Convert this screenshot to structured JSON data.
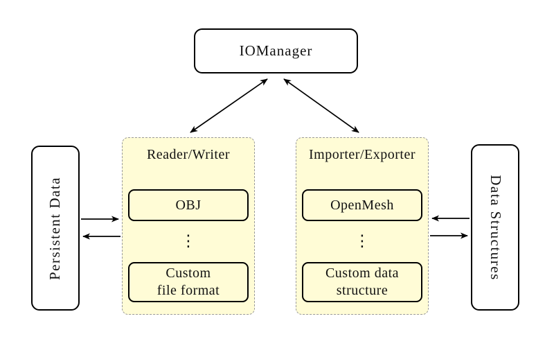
{
  "diagram": {
    "iomanager": {
      "label": "IOManager"
    },
    "persistent_data": {
      "label": "Persistent Data"
    },
    "data_structures": {
      "label": "Data Structures"
    },
    "reader_writer": {
      "title": "Reader/Writer",
      "top_item": "OBJ",
      "ellipsis": "⋮",
      "bottom_item_line1": "Custom",
      "bottom_item_line2": "file format"
    },
    "importer_exporter": {
      "title": "Importer/Exporter",
      "top_item": "OpenMesh",
      "ellipsis": "⋮",
      "bottom_item_line1": "Custom data",
      "bottom_item_line2": "structure"
    },
    "colors": {
      "container_fill": "#FFFCD6",
      "container_border": "#999999",
      "node_border": "#000000",
      "node_fill": "#FFFFFF",
      "arrow": "#000000"
    }
  }
}
